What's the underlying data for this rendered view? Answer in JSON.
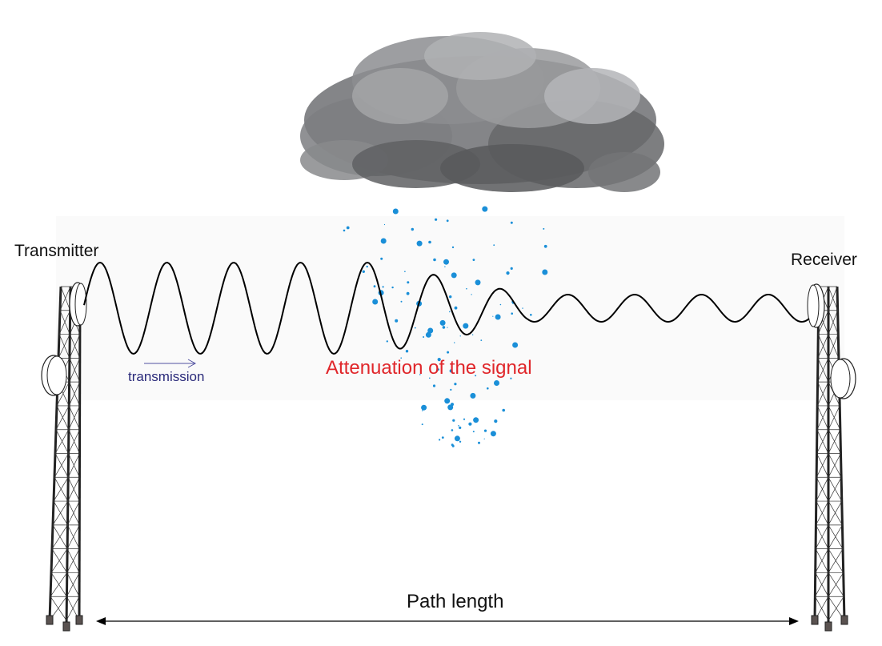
{
  "labels": {
    "transmitter": "Transmitter",
    "receiver": "Receiver",
    "transmission": "transmission",
    "attenuation": "Attenuation of the signal",
    "path_length": "Path length"
  },
  "colors": {
    "attenuation_text": "#e0262a",
    "transmission_text": "#2a2a7a",
    "rain": "#1a8fd8",
    "wave": "#000000"
  }
}
